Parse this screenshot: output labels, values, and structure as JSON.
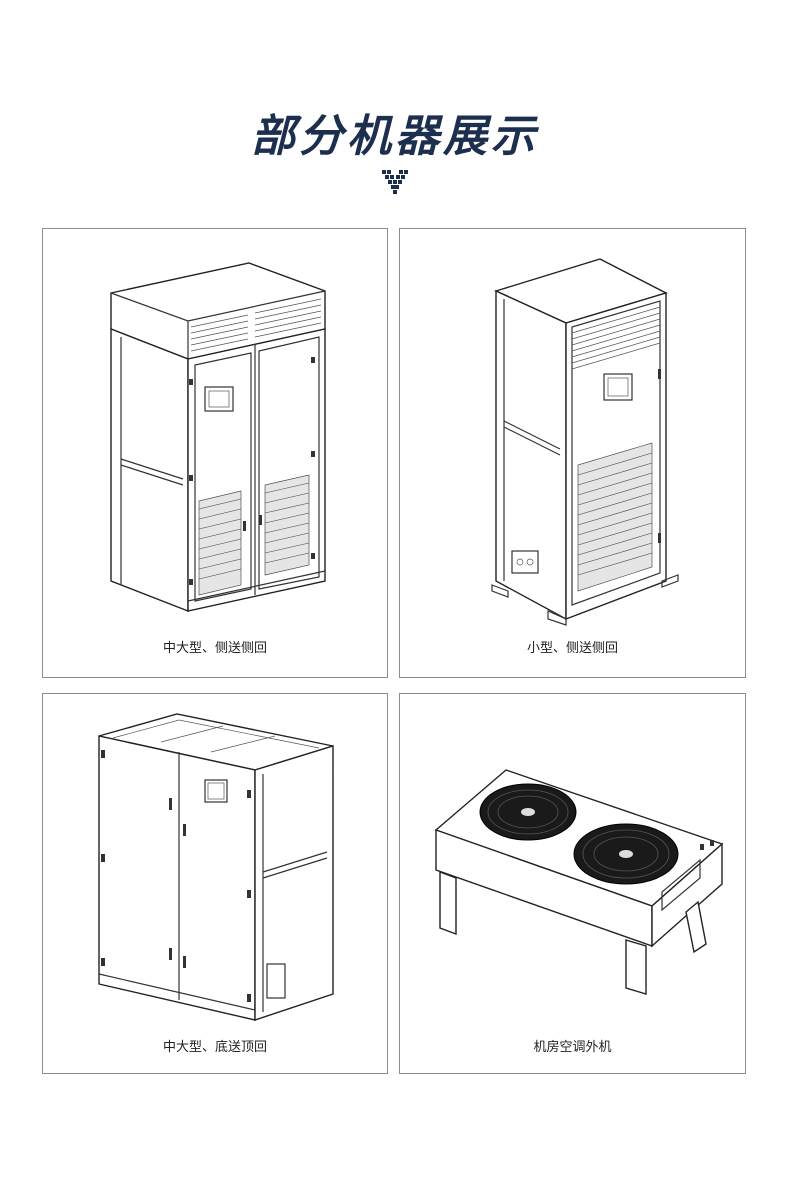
{
  "page": {
    "title": "部分机器展示"
  },
  "products": [
    {
      "caption": "中大型、侧送侧回"
    },
    {
      "caption": "小型、侧送侧回"
    },
    {
      "caption": "中大型、底送顶回"
    },
    {
      "caption": "机房空调外机"
    }
  ],
  "colors": {
    "title": "#1c2f4f",
    "border": "#8c8c8c",
    "caption": "#222222"
  }
}
